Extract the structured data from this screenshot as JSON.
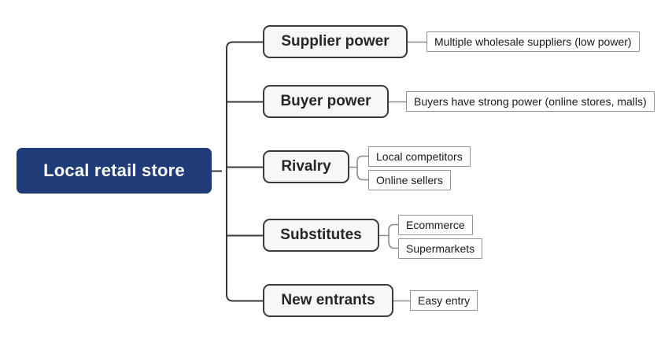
{
  "diagram": {
    "type": "mind-map",
    "title": "Local retail store",
    "root": {
      "label": "Local retail store",
      "color": "#1f3c78",
      "text_color": "#ffffff"
    },
    "branches": [
      {
        "id": "supplier-power",
        "label": "Supplier power",
        "children": [
          {
            "id": "multiple-wholesale-suppliers",
            "label": "Multiple wholesale suppliers (low power)"
          }
        ]
      },
      {
        "id": "buyer-power",
        "label": "Buyer power",
        "children": [
          {
            "id": "buyers-strong-power",
            "label": "Buyers have strong power (online stores, malls)"
          }
        ]
      },
      {
        "id": "rivalry",
        "label": "Rivalry",
        "children": [
          {
            "id": "local-competitors",
            "label": "Local competitors"
          },
          {
            "id": "online-sellers",
            "label": "Online sellers"
          }
        ]
      },
      {
        "id": "substitutes",
        "label": "Substitutes",
        "children": [
          {
            "id": "ecommerce",
            "label": "Ecommerce"
          },
          {
            "id": "supermarkets",
            "label": "Supermarkets"
          }
        ]
      },
      {
        "id": "new-entrants",
        "label": "New entrants",
        "children": [
          {
            "id": "easy-entry",
            "label": "Easy entry"
          }
        ]
      }
    ],
    "style": {
      "background": "#ffffff",
      "branch_border": "#3a3a3a",
      "branch_fill": "#f7f7f7",
      "leaf_border": "#949494",
      "leaf_fill": "#ffffff",
      "connector_main": "#3a3a3a",
      "connector_leaf": "#8a8a8a"
    }
  }
}
